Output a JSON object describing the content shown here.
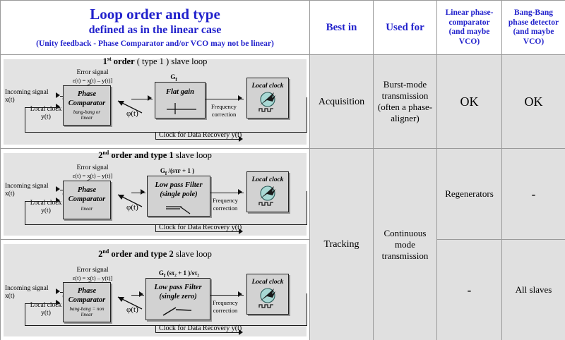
{
  "header": {
    "title_line1": "Loop order and type",
    "title_line2": "defined as in the linear case",
    "title_line3": "(Unity feedback  - Phase Comparator and/or VCO may not be linear)",
    "col_best_in": "Best in",
    "col_used_for": "Used for",
    "col_linear_l1": "Linear phase-",
    "col_linear_l2": "comparator",
    "col_linear_l3": "(and maybe",
    "col_linear_l4": "VCO)",
    "col_bangbang_l1": "Bang-Bang",
    "col_bangbang_l2": "phase detector",
    "col_bangbang_l3": "(and maybe",
    "col_bangbang_l4": "VCO)",
    "accent_color": "#2222cc"
  },
  "common": {
    "incoming_signal": "Incoming signal",
    "incoming_signal_var": "x(t)",
    "local_clock_in": "Local clock",
    "local_clock_in_var": "y(t)",
    "error_signal": "Error signal",
    "error_equation": "ε(t) = x(t) – y(t)]",
    "phase_comparator_l1": "Phase",
    "phase_comparator_l2": "Comparator",
    "phi": "φ(t)",
    "frequency_correction_l1": "Frequency",
    "frequency_correction_l2": "correction",
    "local_clock_block": "Local clock",
    "clock_for_data_recovery": "Clock for Data Recovery y(t)"
  },
  "rows": [
    {
      "title_bold": "1",
      "title_sup": "st",
      "title_bold2": " order",
      "title_rest": " ( type 1 ) slave loop",
      "pc_sub_l1": "bang-bang or",
      "pc_sub_l2": "linear",
      "filter_gain_label": "G",
      "filter_gain_sub": "f",
      "filter_gain_rest": "",
      "filter_title_l1": "Flat gain",
      "filter_title_l2": "",
      "filter_icon": "flat-gain-icon"
    },
    {
      "title_bold": "2",
      "title_sup": "nd",
      "title_bold2": " order and  type 1",
      "title_rest": "   slave loop",
      "pc_sub_l1": "linear",
      "pc_sub_l2": "",
      "filter_gain_label": "G",
      "filter_gain_sub": "f",
      "filter_gain_rest": " /(sτғ + 1 )",
      "filter_title_l1": "Low pass Filter",
      "filter_title_l2": "(single pole)",
      "filter_icon": "single-pole-icon"
    },
    {
      "title_bold": "2",
      "title_sup": "nd",
      "title_bold2": " order and  type 2",
      "title_rest": "  slave loop",
      "pc_sub_l1": "bang-bang = non",
      "pc_sub_l2": "linear",
      "filter_gain_label": "G",
      "filter_gain_sub": "f",
      "filter_gain_rest": " (sτ₂ + 1 )/sτ₂",
      "filter_title_l1": "Low pass Filter",
      "filter_title_l2": "(single zero)",
      "filter_icon": "single-zero-icon"
    }
  ],
  "table_cells": {
    "best_in_acquisition": "Acquisition",
    "best_in_tracking": "Tracking",
    "used_for_burst_l1": "Burst-mode",
    "used_for_burst_l2": "transmission",
    "used_for_burst_l3": "(often a phase-",
    "used_for_burst_l4": "aligner)",
    "used_for_continuous_l1": "Continuous",
    "used_for_continuous_l2": "mode",
    "used_for_continuous_l3": "transmission",
    "linear_row1": "OK",
    "linear_row2": "Regenerators",
    "linear_row3": "-",
    "bangbang_row1": "OK",
    "bangbang_row2": "-",
    "bangbang_row3": "All  slaves"
  }
}
